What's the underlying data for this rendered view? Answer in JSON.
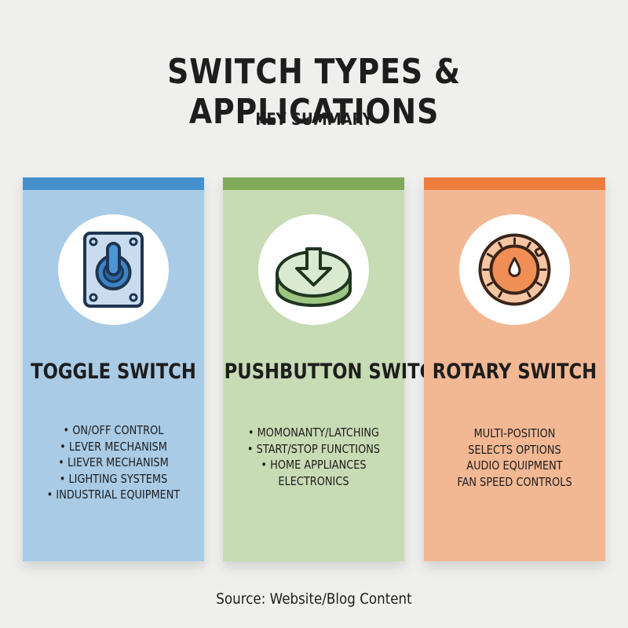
{
  "header": {
    "title": "SWITCH TYPES & APPLICATIONS",
    "subtitle": "KEY SUMMARY"
  },
  "cards": [
    {
      "title": "TOGGLE SWITCH",
      "accent_color": "#4591cd",
      "background_color": "#a9cbe6",
      "icon": "toggle-switch-icon",
      "items": [
        "ON/OFF CONTROL",
        "LEVER MECHANISM",
        "LIEVER MECHANISM",
        "LIGHTING SYSTEMS",
        "INDUSTRIAL EQUIPMENT"
      ]
    },
    {
      "title": "PUSHBUTTON SWITCH",
      "accent_color": "#7fab58",
      "background_color": "#c7dbb4",
      "icon": "pushbutton-switch-icon",
      "items": [
        "MOMONANTY/LATCHING",
        "START/STOP FUNCTIONS",
        "HOME APPLIANCES",
        "ELECTRONICS"
      ]
    },
    {
      "title": "ROTARY SWITCH",
      "accent_color": "#ec7d3c",
      "background_color": "#f2b894",
      "icon": "rotary-switch-icon",
      "items": [
        "MULTI-POSITION",
        "SELECTS OPTIONS",
        "AUDIO EQUIPMENT",
        "FAN SPEED CONTROLS"
      ]
    }
  ],
  "footer": {
    "source": "Source: Website/Blog Content"
  }
}
